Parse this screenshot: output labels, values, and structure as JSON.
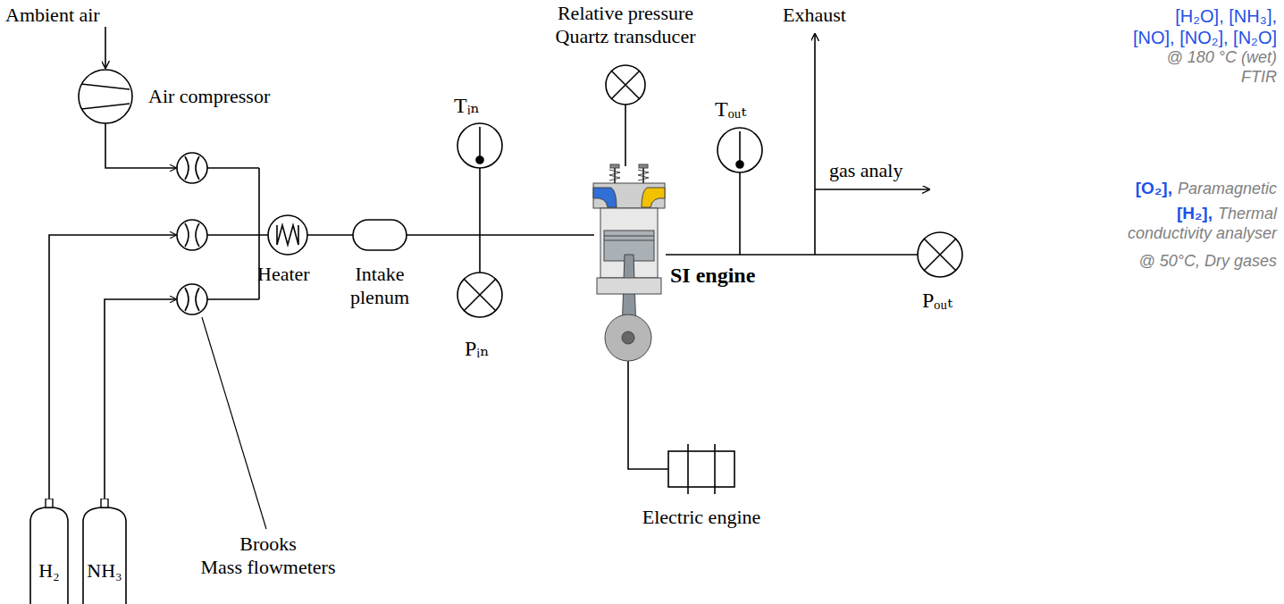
{
  "diagram": {
    "nodes": [
      {
        "text": [
          "H₂"
        ]
      },
      {
        "text": [
          "NH₃"
        ]
      }
    ],
    "labels": [
      "Ambient air",
      "Air compressor",
      "Relative pressure Quartz transducer",
      "Tᵢₙ",
      "Tₒᵤₜ",
      "Exhaust",
      "gas analy",
      "[H₂O], [NH₃],",
      "[NO], [NO₂], [N₂O]",
      "@ 180 °C (wet)",
      "FTIR",
      "[O₂],",
      "Paramagnetic",
      "[H₂],",
      "Thermal conductivity analyser",
      "@ 50°C, Dry gases",
      "Heater",
      "Intake plenum",
      "SI engine",
      "Pₒᵤₜ",
      "Pᵢₙ",
      "Brooks",
      "Mass flowmeters",
      "Electric engine"
    ]
  }
}
